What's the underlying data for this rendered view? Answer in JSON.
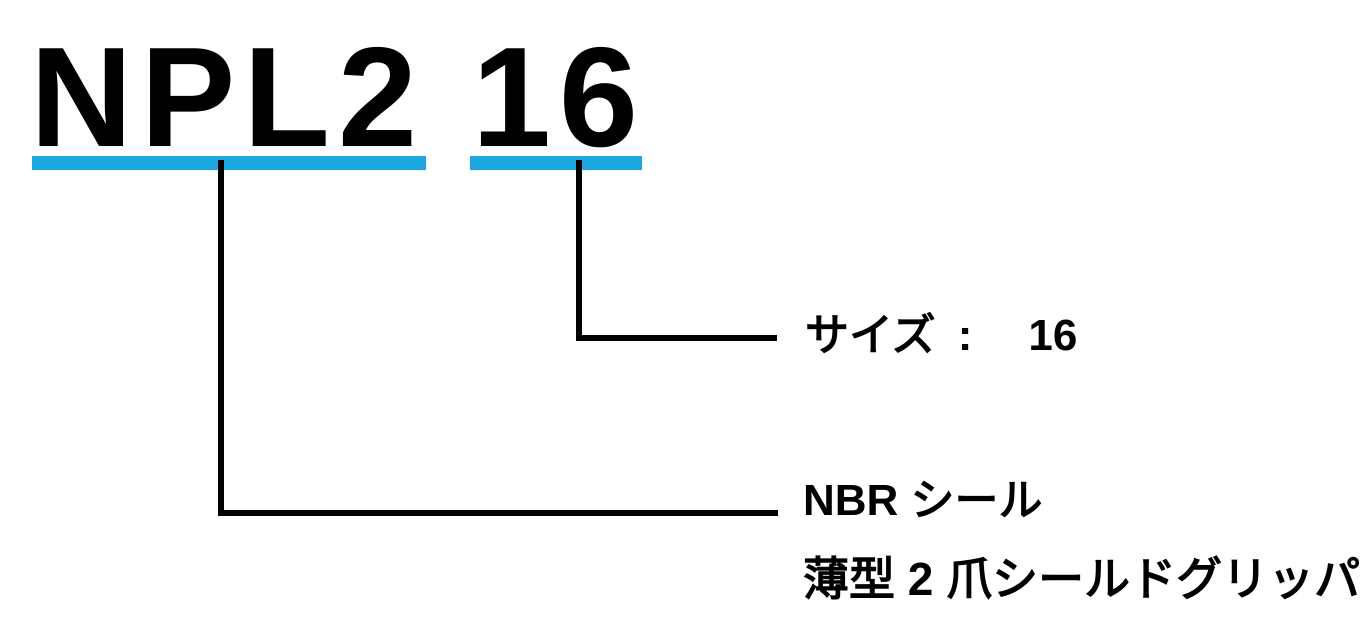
{
  "model_code": {
    "prefix": "NPL2",
    "size": "16"
  },
  "callouts": {
    "size": {
      "label": "サイズ",
      "separator": ":",
      "value": "16"
    },
    "seal": {
      "line1": "NBR シール",
      "line2": "薄型 2 爪シールドグリッパ"
    }
  },
  "colors": {
    "background": "#FFFFFF",
    "text": "#000000",
    "underline": "#1BA7E0",
    "callout_line": "#000000"
  }
}
